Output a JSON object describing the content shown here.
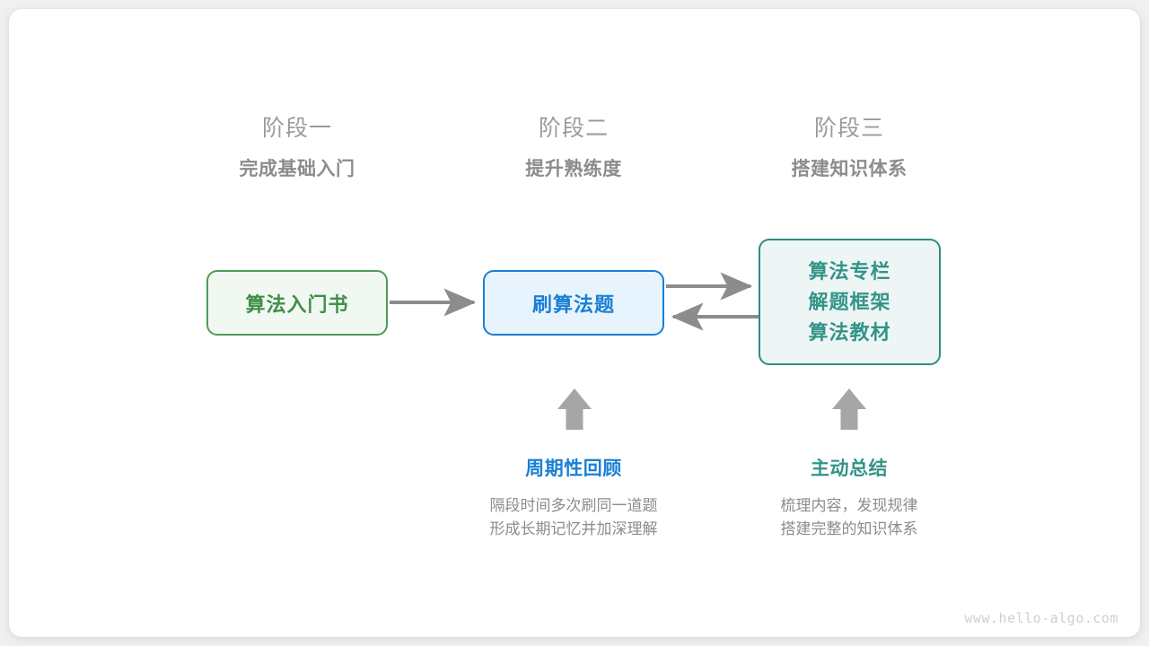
{
  "watermark": "www.hello-algo.com",
  "colors": {
    "beginner_book": "#3f8f49",
    "practice": "#1a7fd4",
    "resources": "#339488",
    "arrow": "#8c8c8c",
    "stage_text": "#8c8c8c"
  },
  "stages": [
    {
      "name": "阶段一",
      "goal": "完成基础入门"
    },
    {
      "name": "阶段二",
      "goal": "提升熟练度"
    },
    {
      "name": "阶段三",
      "goal": "搭建知识体系"
    }
  ],
  "nodes": {
    "book": {
      "label": "算法入门书"
    },
    "practice": {
      "label": "刷算法题"
    },
    "resources": {
      "lines": [
        "算法专栏",
        "解题框架",
        "算法教材"
      ]
    }
  },
  "edges": [
    {
      "name": "book-to-practice",
      "direction": "right"
    },
    {
      "name": "practice-to-resources",
      "direction": "right"
    },
    {
      "name": "resources-to-practice",
      "direction": "left"
    },
    {
      "name": "review-to-practice",
      "direction": "up"
    },
    {
      "name": "summary-to-resources",
      "direction": "up"
    }
  ],
  "captions": [
    {
      "title": "周期性回顾",
      "desc_lines": [
        "隔段时间多次刷同一道题",
        "形成长期记忆并加深理解"
      ]
    },
    {
      "title": "主动总结",
      "desc_lines": [
        "梳理内容，发现规律",
        "搭建完整的知识体系"
      ]
    }
  ]
}
